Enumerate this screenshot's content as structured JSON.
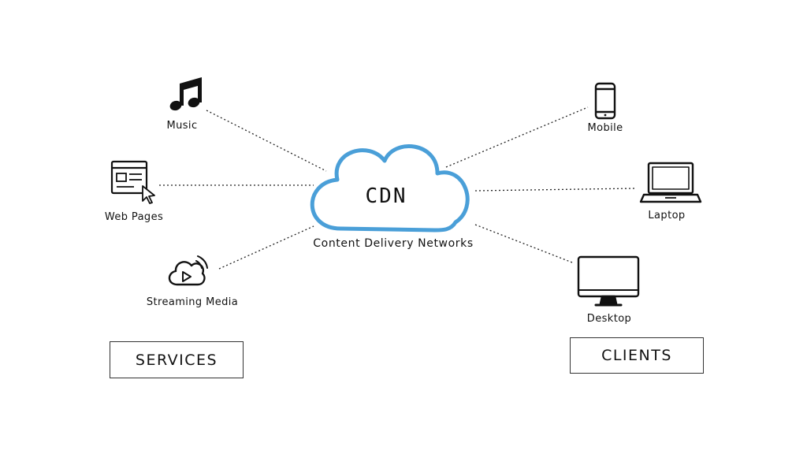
{
  "cdn": {
    "title": "CDN",
    "subtitle": "Content Delivery Networks",
    "cloud_color": "#4a9fd8"
  },
  "services": {
    "box_label": "SERVICES",
    "items": [
      {
        "label": "Music",
        "icon": "music-note-icon"
      },
      {
        "label": "Web Pages",
        "icon": "web-page-icon"
      },
      {
        "label": "Streaming Media",
        "icon": "streaming-cloud-icon"
      }
    ]
  },
  "clients": {
    "box_label": "CLIENTS",
    "items": [
      {
        "label": "Mobile",
        "icon": "mobile-phone-icon"
      },
      {
        "label": "Laptop",
        "icon": "laptop-icon"
      },
      {
        "label": "Desktop",
        "icon": "desktop-monitor-icon"
      }
    ]
  }
}
